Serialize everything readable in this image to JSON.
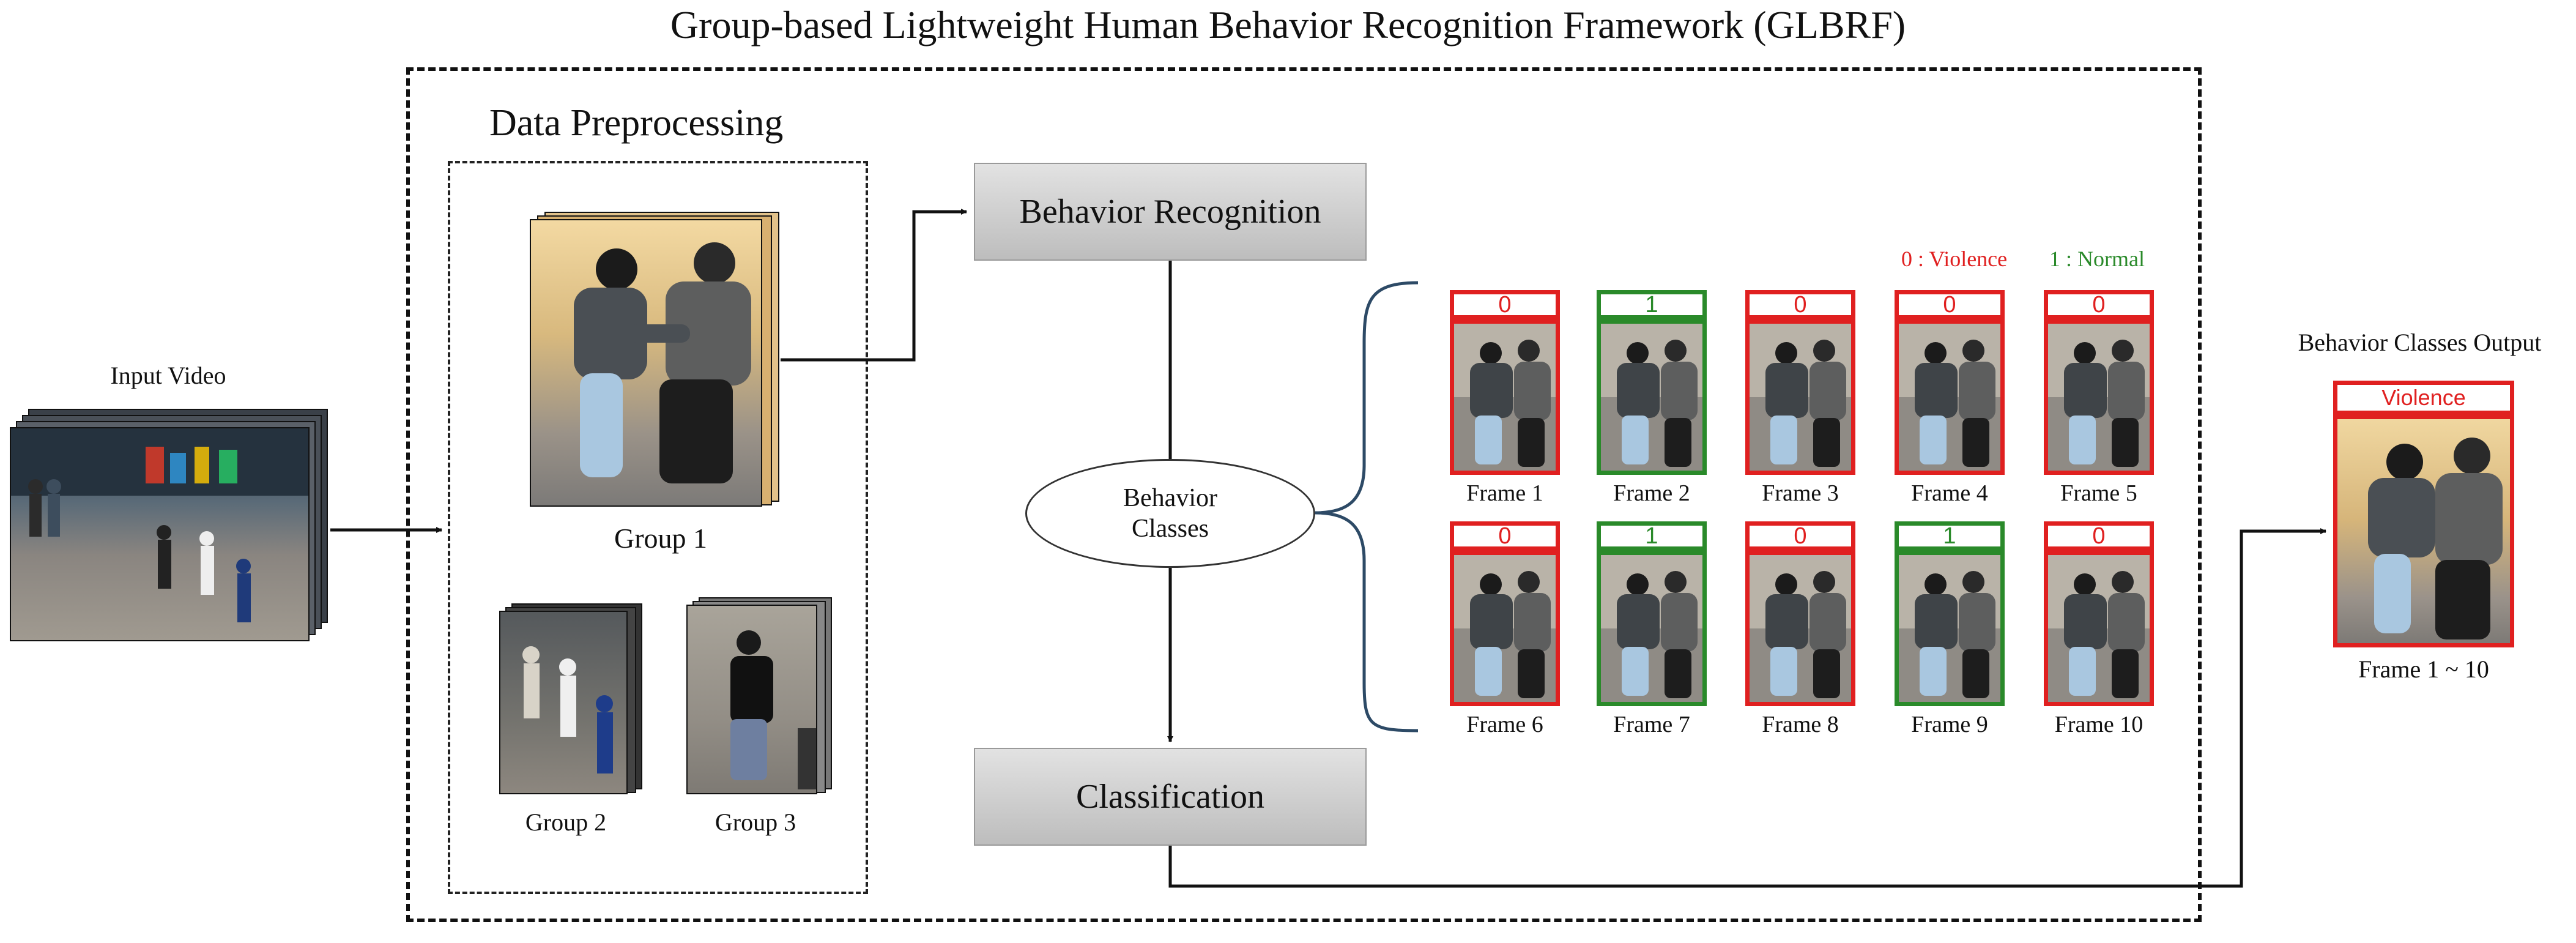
{
  "title": "Group-based Lightweight Human Behavior Recognition Framework (GLBRF)",
  "input": {
    "label": "Input Video"
  },
  "preprocessing": {
    "title": "Data Preprocessing",
    "groups": [
      "Group 1",
      "Group 2",
      "Group 3"
    ]
  },
  "recognition": {
    "label": "Behavior Recognition"
  },
  "classes_node": {
    "line1": "Behavior",
    "line2": "Classes"
  },
  "classification": {
    "label": "Classification"
  },
  "legend": {
    "violence": "0 : Violence",
    "normal": "1 : Normal"
  },
  "frames": [
    {
      "caption": "Frame 1",
      "value": "0"
    },
    {
      "caption": "Frame 2",
      "value": "1"
    },
    {
      "caption": "Frame 3",
      "value": "0"
    },
    {
      "caption": "Frame 4",
      "value": "0"
    },
    {
      "caption": "Frame 5",
      "value": "0"
    },
    {
      "caption": "Frame 6",
      "value": "0"
    },
    {
      "caption": "Frame 7",
      "value": "1"
    },
    {
      "caption": "Frame 8",
      "value": "0"
    },
    {
      "caption": "Frame 9",
      "value": "1"
    },
    {
      "caption": "Frame 10",
      "value": "0"
    }
  ],
  "output": {
    "title": "Behavior Classes Output",
    "badge": "Violence",
    "caption": "Frame 1 ~ 10"
  },
  "colors": {
    "violence": "#e02020",
    "normal": "#2a8a2a"
  }
}
